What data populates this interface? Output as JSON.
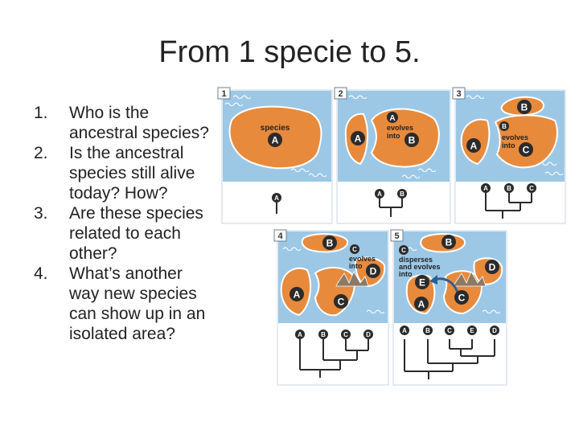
{
  "title": "From 1 specie to 5.",
  "questions": [
    {
      "num": "1.",
      "text": "Who is the ancestral species?"
    },
    {
      "num": "2.",
      "text": "Is the ancestral species still alive today? How?"
    },
    {
      "num": "3.",
      "text": "Are these species related to each other?"
    },
    {
      "num": "4.",
      "text": "What’s another way new species can show up in an isolated area?"
    }
  ],
  "diagram": {
    "panels": [
      {
        "number": "1",
        "labels": [
          "species"
        ],
        "species": [
          "A"
        ],
        "tree_leaves": [
          "A"
        ]
      },
      {
        "number": "2",
        "labels": [
          "evolves",
          "into"
        ],
        "species": [
          "A",
          "A",
          "B"
        ],
        "tree_leaves": [
          "A",
          "B"
        ]
      },
      {
        "number": "3",
        "labels": [
          "evolves",
          "into"
        ],
        "species": [
          "B",
          "B",
          "A",
          "C"
        ],
        "tree_leaves": [
          "A",
          "B",
          "C"
        ]
      },
      {
        "number": "4",
        "labels": [
          "evolves",
          "into"
        ],
        "species": [
          "B",
          "C",
          "D",
          "A",
          "C"
        ],
        "tree_leaves": [
          "A",
          "B",
          "C",
          "D"
        ]
      },
      {
        "number": "5",
        "labels": [
          "disperses",
          "and evolves",
          "into"
        ],
        "species": [
          "B",
          "C",
          "D",
          "E",
          "A",
          "C"
        ],
        "tree_leaves": [
          "A",
          "B",
          "C",
          "E",
          "D"
        ]
      }
    ],
    "colors": {
      "sea": "#9cc8e6",
      "island": "#e88a3c",
      "island_outline": "#ffffff",
      "node": "#2b2b2b",
      "panel_border": "#c9d6e3"
    }
  }
}
